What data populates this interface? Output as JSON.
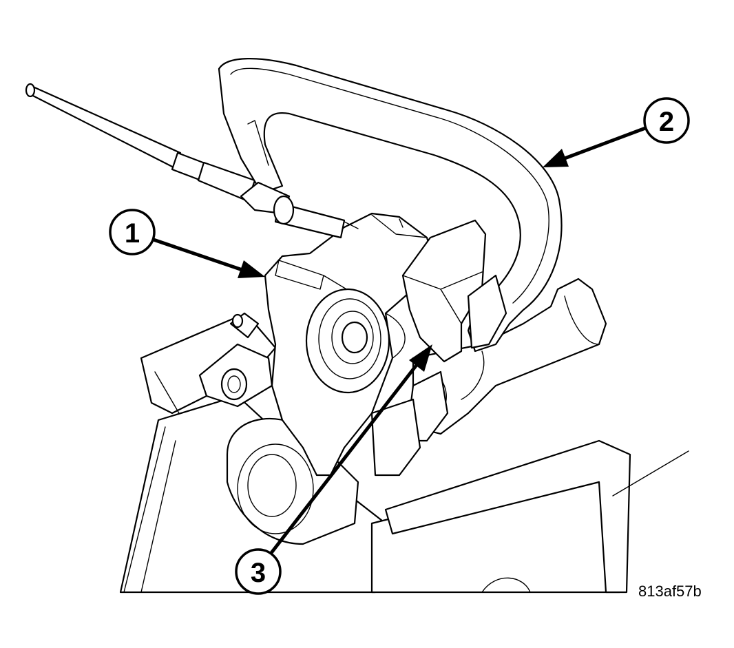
{
  "callouts": [
    {
      "label": "1"
    },
    {
      "label": "2"
    },
    {
      "label": "3"
    }
  ],
  "figure_code": "813af57b"
}
